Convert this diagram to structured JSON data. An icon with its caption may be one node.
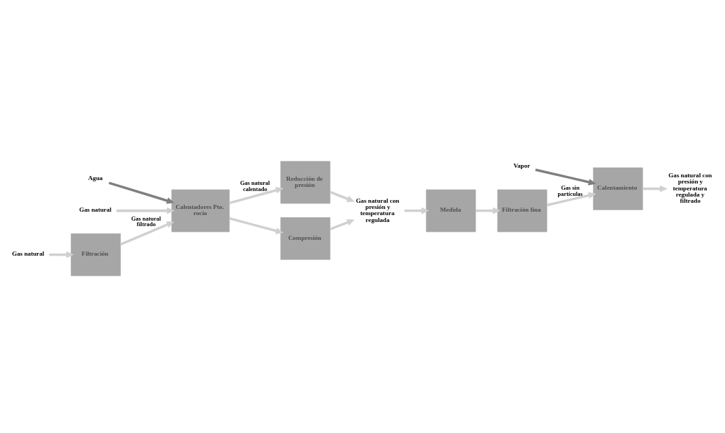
{
  "diagram": {
    "nodes": [
      {
        "text": [
          "Filtración"
        ]
      },
      {
        "text": [
          "Calentadores Pto. rocio"
        ]
      },
      {
        "text": [
          "Reducción de presión"
        ]
      },
      {
        "text": [
          "Compresión"
        ]
      },
      {
        "text": [
          "Medida"
        ]
      },
      {
        "text": [
          "Filtración fina"
        ]
      },
      {
        "text": [
          "Calentamiento"
        ]
      },
      {
        "text": [
          "Gas natural"
        ]
      },
      {
        "text": [
          "Agua"
        ]
      },
      {
        "text": [
          "Gas natural"
        ]
      },
      {
        "text": [
          "Gas natural con presión y temperatura regulada"
        ]
      },
      {
        "text": [
          "Vapor"
        ]
      },
      {
        "text": [
          "Gas natural con presión y temperatura regulada y filtrado"
        ]
      }
    ],
    "edges": [
      {
        "from": 7,
        "to": 0,
        "arrow": "to"
      },
      {
        "from": 0,
        "to": 1,
        "arrow": "to",
        "label": "Gas natural filtrado"
      },
      {
        "from": 8,
        "to": 1,
        "arrow": "to",
        "color": "#7f7f7f"
      },
      {
        "from": 9,
        "to": 1,
        "arrow": "to"
      },
      {
        "from": 1,
        "to": 2,
        "arrow": "to",
        "label": "Gas natural calentado"
      },
      {
        "from": 1,
        "to": 3,
        "arrow": "to"
      },
      {
        "from": 2,
        "to": 10,
        "arrow": "to"
      },
      {
        "from": 3,
        "to": 10,
        "arrow": "to"
      },
      {
        "from": 10,
        "to": 4,
        "arrow": "to"
      },
      {
        "from": 4,
        "to": 5,
        "arrow": "to"
      },
      {
        "from": 5,
        "to": 6,
        "arrow": "to",
        "label": "Gas sin partículas"
      },
      {
        "from": 11,
        "to": 6,
        "arrow": "to",
        "color": "#7f7f7f"
      },
      {
        "from": 6,
        "to": 12,
        "arrow": "to"
      }
    ]
  }
}
